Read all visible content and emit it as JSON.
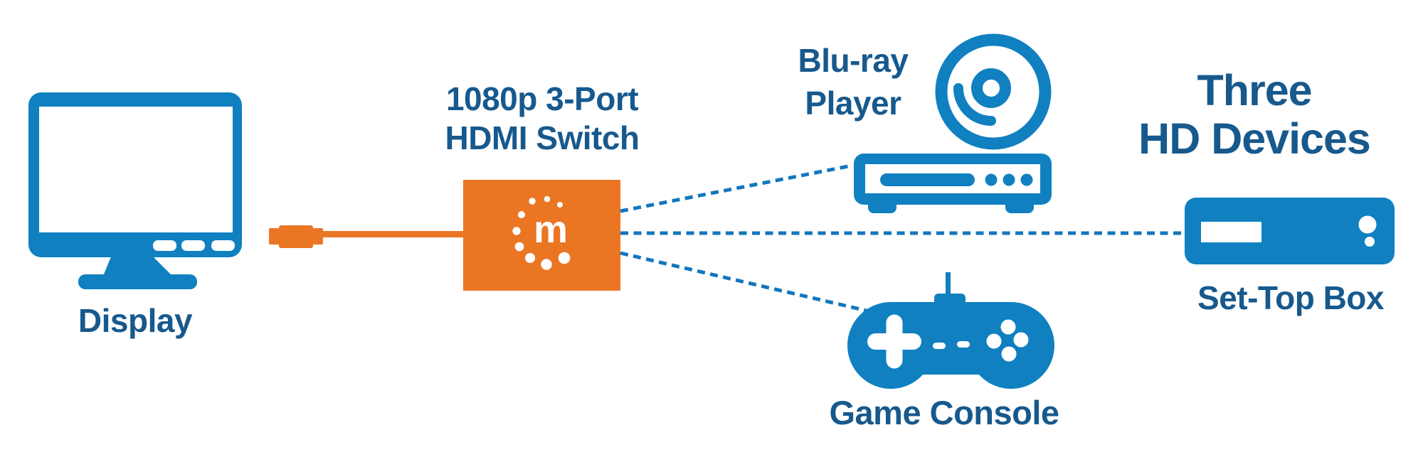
{
  "heading": {
    "line1": "Three",
    "line2": "HD Devices"
  },
  "display": {
    "label": "Display"
  },
  "switch": {
    "label_line1": "1080p 3-Port",
    "label_line2": "HDMI Switch",
    "logo_letter": "m"
  },
  "devices": {
    "bluray": {
      "label_line1": "Blu-ray",
      "label_line2": "Player"
    },
    "settop": {
      "label": "Set-Top Box"
    },
    "game": {
      "label": "Game Console"
    }
  },
  "icons": [
    "display-icon",
    "hdmi-cable-icon",
    "manhattan-logo",
    "bluray-disc-icon",
    "bluray-player-icon",
    "settop-box-icon",
    "game-console-icon",
    "connection-lines"
  ],
  "colors": {
    "icon_blue": "#1080c1",
    "text_blue": "#17598d",
    "orange": "#ea7624",
    "dotted_blue": "#1276bd",
    "background": "#ffffff"
  }
}
